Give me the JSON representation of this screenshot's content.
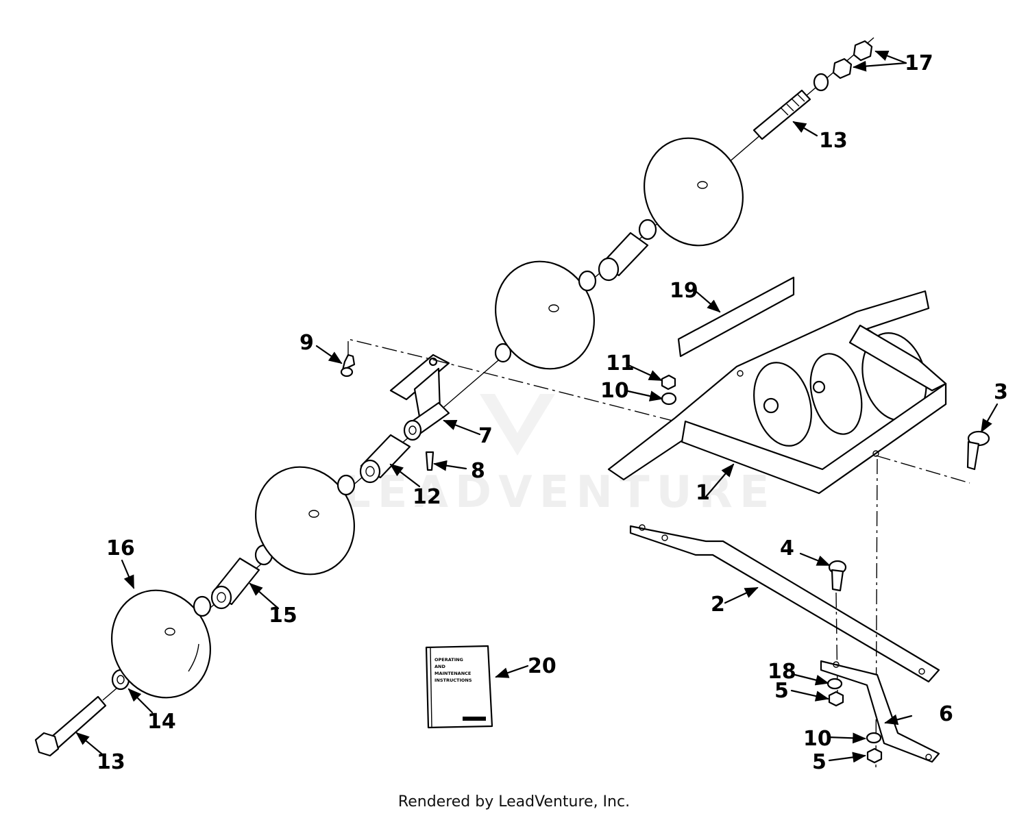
{
  "watermark": "LEADVENTURE",
  "manual": {
    "title_line1": "OPERATING",
    "title_line2": "AND",
    "title_line3": "MAINTENANCE",
    "title_line4": "INSTRUCTIONS"
  },
  "callouts": {
    "c1": "1",
    "c2": "2",
    "c3": "3",
    "c4": "4",
    "c5a": "5",
    "c5b": "5",
    "c6": "6",
    "c7": "7",
    "c8": "8",
    "c9": "9",
    "c10a": "10",
    "c10b": "10",
    "c11": "11",
    "c12": "12",
    "c13a": "13",
    "c13b": "13",
    "c14": "14",
    "c15": "15",
    "c16": "16",
    "c17": "17",
    "c18": "18",
    "c19": "19",
    "c20": "20"
  },
  "footer": "Rendered by LeadVenture, Inc."
}
